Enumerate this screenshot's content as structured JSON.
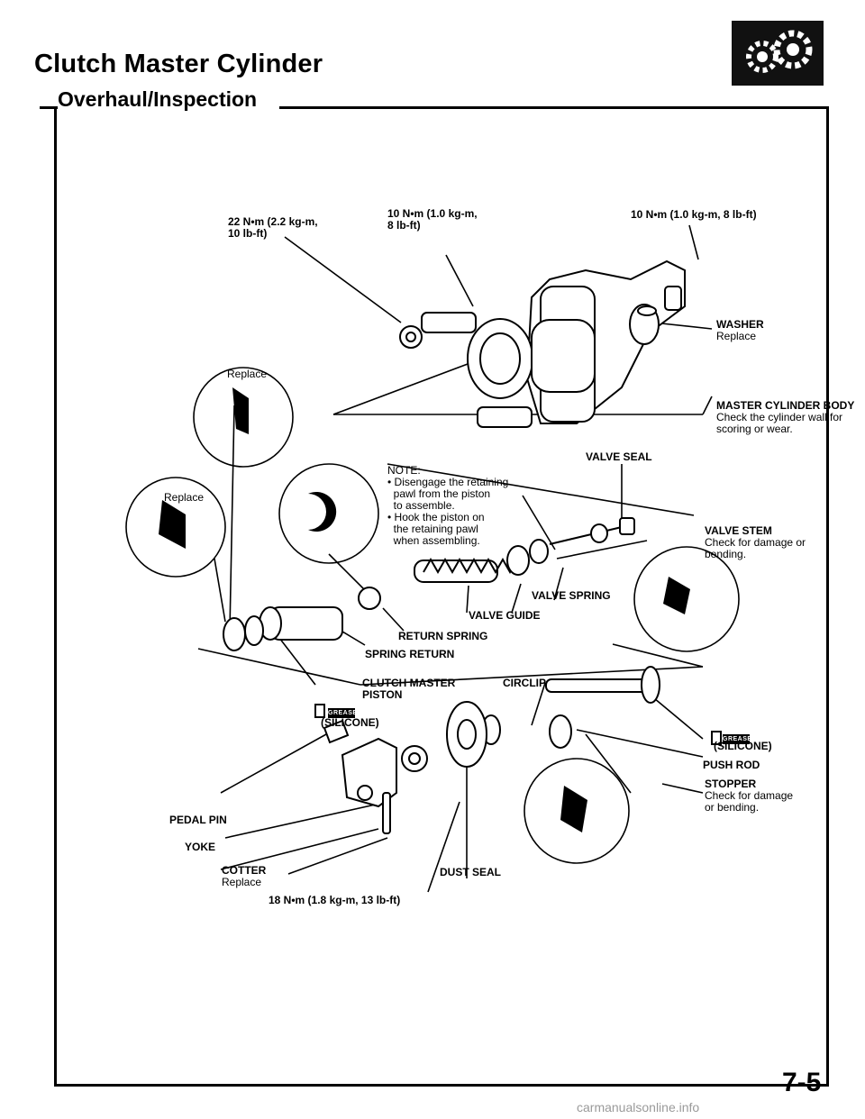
{
  "header": {
    "title": "Clutch Master Cylinder",
    "section": "Overhaul/Inspection"
  },
  "callouts": {
    "torque_22": "22 N•m (2.2 kg-m,",
    "torque_22_b": "10 lb-ft)",
    "torque_10a": "10 N•m (1.0 kg-m,",
    "torque_10a_b": "8 lb-ft)",
    "torque_10b": "10 N•m (1.0 kg-m, 8 lb-ft)",
    "washer": "WASHER",
    "washer_note": "Replace",
    "body": "MASTER CYLINDER BODY",
    "body_note_1": "Check the cylinder wall for",
    "body_note_2": "scoring or wear.",
    "valve_seal": "VALVE SEAL",
    "note_title": "NOTE:",
    "note_1a": "• Disengage the retaining",
    "note_1b": "pawl from the piston",
    "note_1c": "to assemble.",
    "note_2a": "• Hook the piston on",
    "note_2b": "the retaining pawl",
    "note_2c": "when assembling.",
    "valve_stem": "VALVE STEM",
    "valve_stem_note_1": "Check for damage or",
    "valve_stem_note_2": "bending.",
    "valve_spring": "VALVE SPRING",
    "valve_guide": "VALVE GUIDE",
    "return_spring": "RETURN SPRING",
    "spring_return": "SPRING RETURN",
    "piston_1": "CLUTCH MASTER",
    "piston_2": "PISTON",
    "circlip": "CIRCLIP",
    "silicone_left": "(SILICONE)",
    "silicone_right": "(SILICONE)",
    "push_rod": "PUSH ROD",
    "stopper": "STOPPER",
    "stopper_note_1": "Check for damage",
    "stopper_note_2": "or bending.",
    "pedal_pin": "PEDAL PIN",
    "yoke": "YOKE",
    "cotter": "COTTER",
    "cotter_note": "Replace",
    "dust_seal": "DUST SEAL",
    "torque_18": "18 N•m (1.8 kg-m, 13 lb-ft)",
    "replace_top": "Replace",
    "replace_left": "Replace",
    "grease": "GREASE"
  },
  "footer": {
    "page_number": "7-5",
    "watermark": "carmanualsonline.info"
  },
  "colors": {
    "ink": "#000000",
    "paper": "#ffffff"
  }
}
